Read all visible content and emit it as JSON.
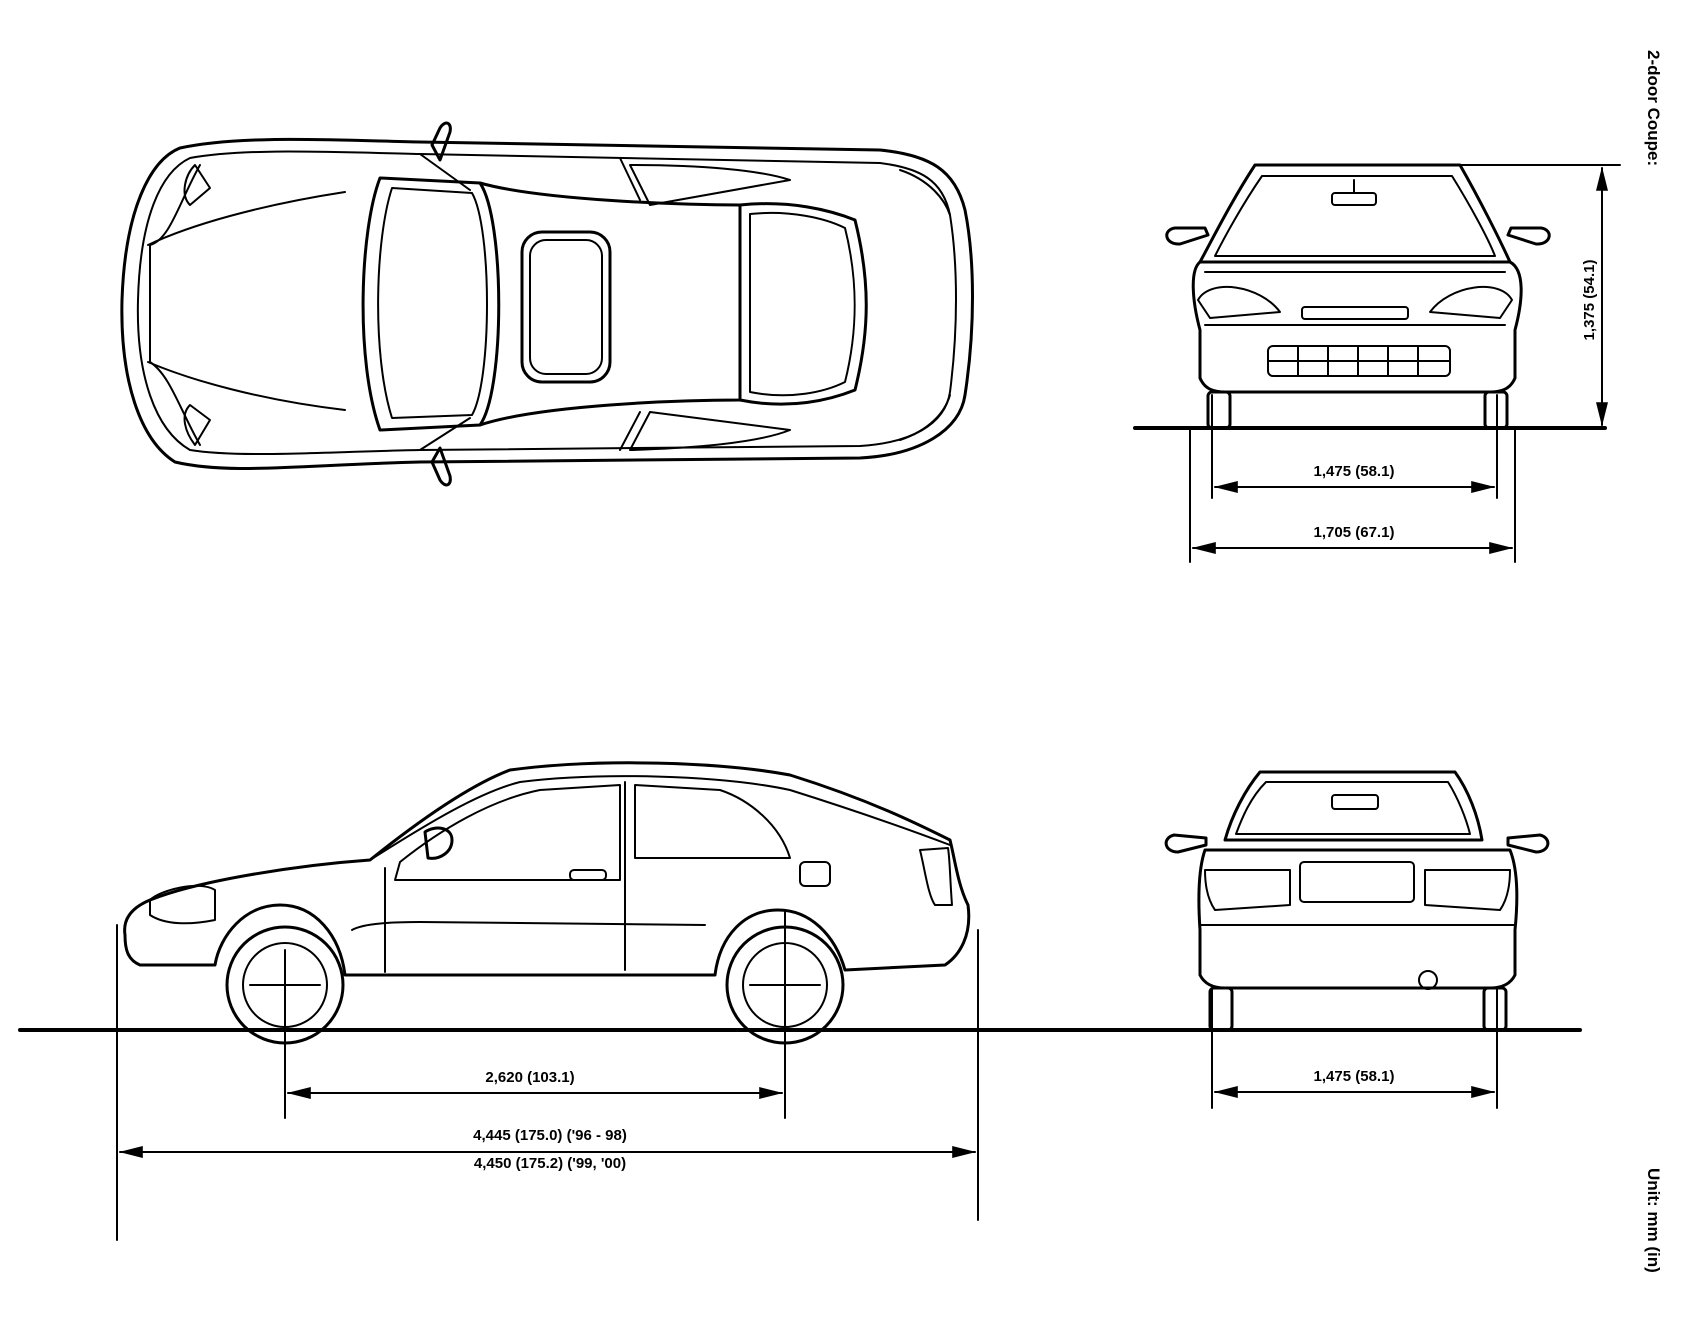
{
  "title": "2-door Coupe:",
  "unit_note": "Unit: mm (in)",
  "dimensions": {
    "height": "1,375 (54.1)",
    "front_tread": "1,475 (58.1)",
    "overall_width": "1,705 (67.1)",
    "wheelbase": "2,620 (103.1)",
    "length_96_98": "4,445 (175.0) ('96 - 98)",
    "length_99_00": "4,450 (175.2) ('99, '00)",
    "rear_tread": "1,475 (58.1)"
  }
}
